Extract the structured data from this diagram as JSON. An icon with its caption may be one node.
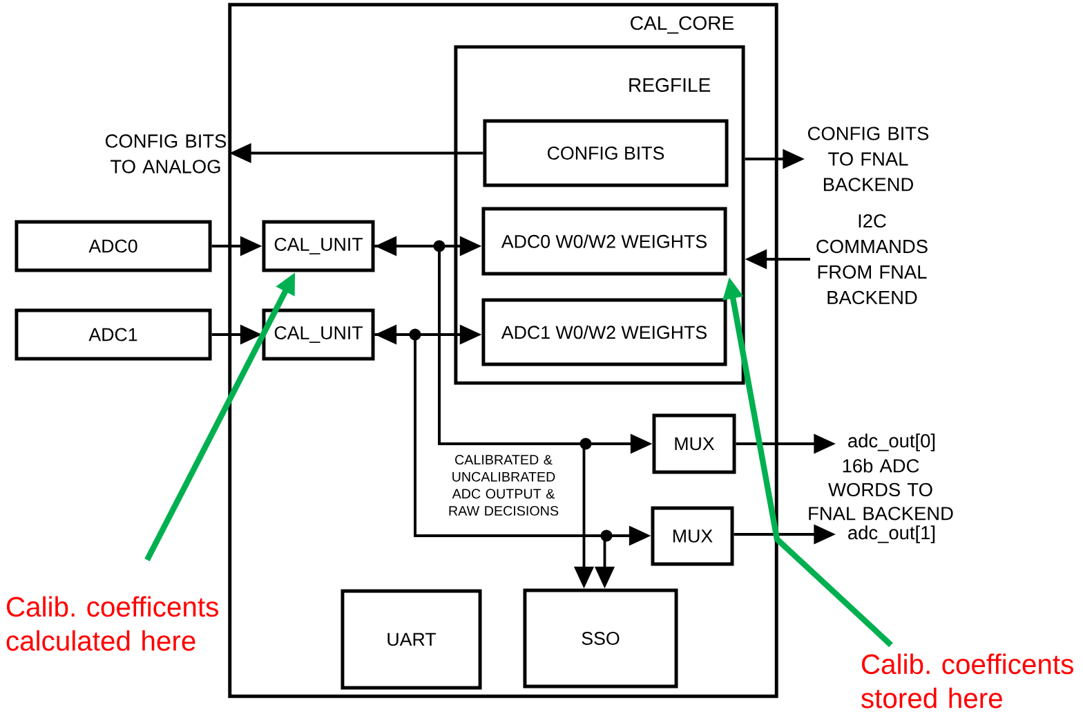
{
  "diagram": {
    "nodes": [
      {
        "text": [
          "CAL_CORE"
        ]
      },
      {
        "text": [
          "REGFILE"
        ],
        "in": 0
      },
      {
        "text": [
          "CONFIG BITS"
        ],
        "in": 1
      },
      {
        "text": [
          "ADC0 W0/W2 WEIGHTS"
        ],
        "in": 1
      },
      {
        "text": [
          "ADC1 W0/W2 WEIGHTS"
        ],
        "in": 1
      },
      {
        "text": [
          "ADC0"
        ]
      },
      {
        "text": [
          "ADC1"
        ]
      },
      {
        "text": [
          "CAL_UNIT"
        ],
        "in": 0
      },
      {
        "text": [
          "CAL_UNIT"
        ],
        "in": 0
      },
      {
        "text": [
          "MUX"
        ],
        "in": 0
      },
      {
        "text": [
          "MUX"
        ],
        "in": 0
      },
      {
        "text": [
          "UART"
        ],
        "in": 0
      },
      {
        "text": [
          "SSO"
        ],
        "in": 0
      },
      {
        "text": [
          "CONFIG BITS TO ANALOG"
        ]
      },
      {
        "text": [
          "CONFIG BITS TO FNAL BACKEND"
        ]
      },
      {
        "text": [
          "I2C COMMANDS FROM FNAL BACKEND"
        ]
      },
      {
        "text": [
          "adc_out[0]"
        ]
      },
      {
        "text": [
          "adc_out[1]"
        ]
      },
      {
        "text": [
          "Calib. coefficents calculated here"
        ]
      },
      {
        "text": [
          "Calib. coefficents stored here"
        ]
      }
    ],
    "edges": [
      {
        "from": 2,
        "to": 13,
        "arrow": "to"
      },
      {
        "from": 1,
        "to": 14,
        "arrow": "to"
      },
      {
        "from": 15,
        "to": 1,
        "arrow": "to"
      },
      {
        "from": 5,
        "to": 7,
        "arrow": "to"
      },
      {
        "from": 6,
        "to": 8,
        "arrow": "to"
      },
      {
        "from": 7,
        "to": 3,
        "arrow": "both"
      },
      {
        "from": 8,
        "to": 4,
        "arrow": "both"
      },
      {
        "from": 7,
        "to": 9,
        "arrow": "to"
      },
      {
        "from": 7,
        "to": 12,
        "arrow": "to"
      },
      {
        "from": 8,
        "to": 10,
        "arrow": "to"
      },
      {
        "from": 8,
        "to": 12,
        "arrow": "to"
      },
      {
        "from": 9,
        "to": 16,
        "arrow": "to"
      },
      {
        "from": 10,
        "to": 17,
        "arrow": "to"
      },
      {
        "from": 18,
        "to": 7,
        "arrow": "to",
        "style": "thick",
        "color": "#00b050"
      },
      {
        "from": 19,
        "to": 3,
        "arrow": "to",
        "style": "thick",
        "color": "#00b050"
      }
    ],
    "labels": [
      "CALIBRATED & UNCALIBRATED ADC OUTPUT & RAW DECISIONS",
      "16b ADC WORDS TO FNAL BACKEND"
    ]
  }
}
